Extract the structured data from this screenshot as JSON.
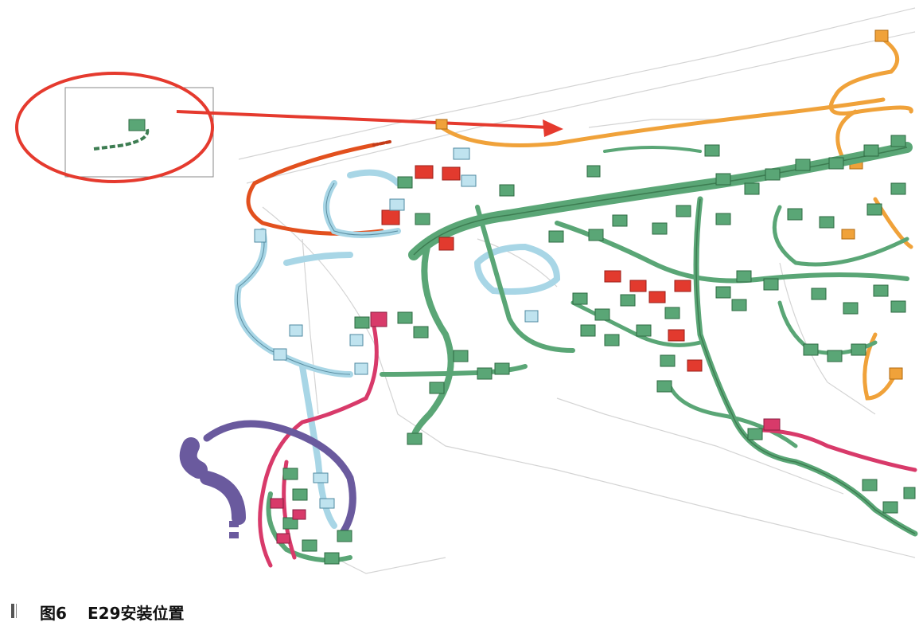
{
  "figure": {
    "callout_component": "E29",
    "colors": {
      "harness_green": "#5aa676",
      "harness_dark_green": "#3d7d52",
      "harness_light_blue": "#a8d6e6",
      "harness_orange": "#f0a23a",
      "harness_red": "#e0463a",
      "harness_pink": "#d83a6a",
      "harness_purple": "#6a5a9e",
      "callout_circle": "#e53a2e",
      "body_outline": "#cfcfcf"
    }
  },
  "caption": {
    "number": "图6",
    "title": "E29安装位置"
  }
}
